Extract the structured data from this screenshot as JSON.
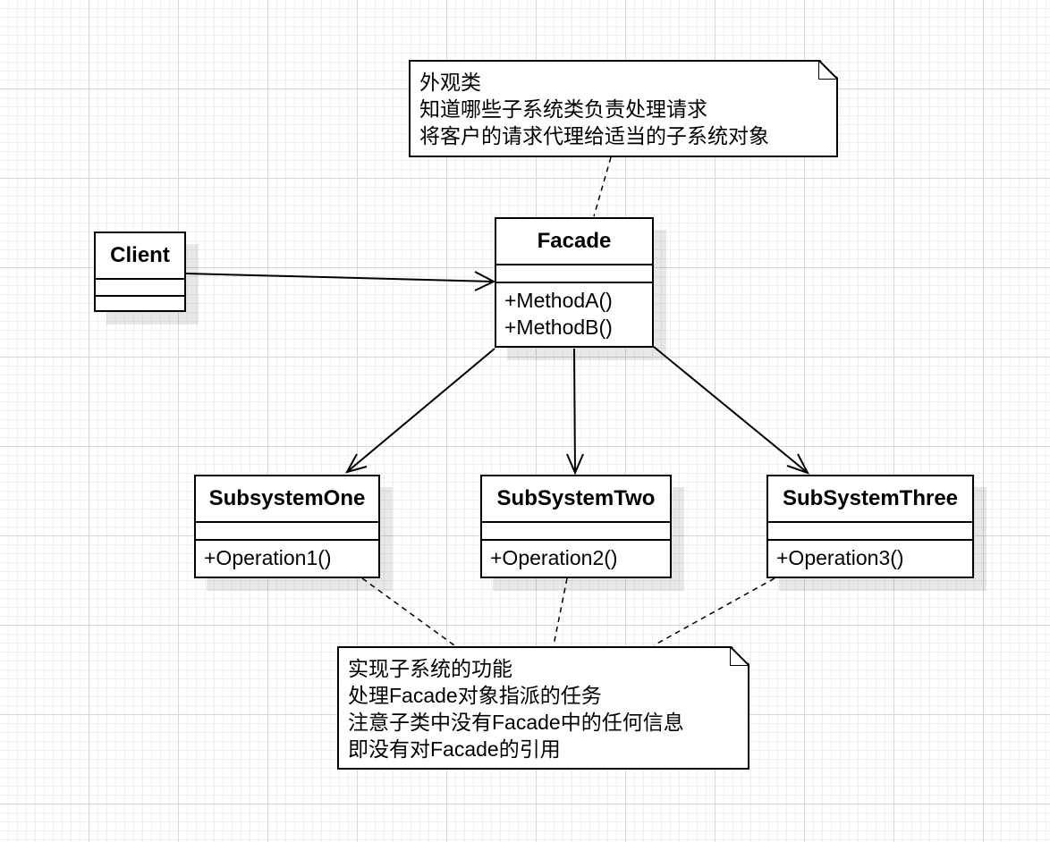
{
  "classes": {
    "client": {
      "name": "Client",
      "operations": []
    },
    "facade": {
      "name": "Facade",
      "operations": [
        "+MethodA()",
        "+MethodB()"
      ]
    },
    "subsystem_one": {
      "name": "SubsystemOne",
      "operations": [
        "+Operation1()"
      ]
    },
    "subsystem_two": {
      "name": "SubSystemTwo",
      "operations": [
        "+Operation2()"
      ]
    },
    "subsystem_three": {
      "name": "SubSystemThree",
      "operations": [
        "+Operation3()"
      ]
    }
  },
  "notes": {
    "facade_note": {
      "lines": [
        "外观类",
        "知道哪些子系统类负责处理请求",
        "将客户的请求代理给适当的子系统对象"
      ]
    },
    "subsystem_note": {
      "lines": [
        "实现子系统的功能",
        "处理Facade对象指派的任务",
        "注意子类中没有Facade中的任何信息",
        "即没有对Facade的引用"
      ]
    }
  },
  "relations": [
    {
      "from": "Client",
      "to": "Facade",
      "type": "association"
    },
    {
      "from": "Facade",
      "to": "SubsystemOne",
      "type": "association"
    },
    {
      "from": "Facade",
      "to": "SubSystemTwo",
      "type": "association"
    },
    {
      "from": "Facade",
      "to": "SubSystemThree",
      "type": "association"
    }
  ],
  "colors": {
    "line": "#000000",
    "box_fill": "#ffffff",
    "grid": "#d6d6d6"
  }
}
